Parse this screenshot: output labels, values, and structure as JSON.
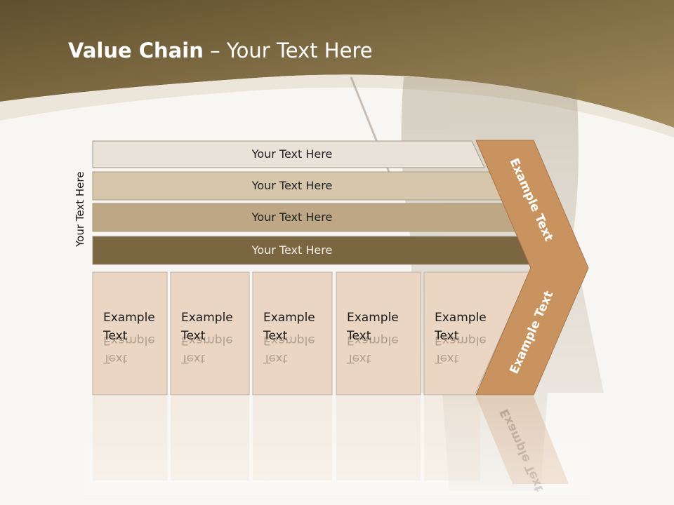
{
  "title": {
    "bold": "Value Chain",
    "rest": " – Your Text Here"
  },
  "side_label": "Your Text Here",
  "bars": [
    {
      "label": "Your Text Here",
      "fill": "#e8e2d8"
    },
    {
      "label": "Your Text Here",
      "fill": "#d6c6ab"
    },
    {
      "label": "Your Text Here",
      "fill": "#bda784"
    },
    {
      "label": "Your Text Here",
      "fill": "#7b6642"
    }
  ],
  "cells": [
    {
      "line1": "Example",
      "line2": "Text"
    },
    {
      "line1": "Example",
      "line2": "Text"
    },
    {
      "line1": "Example",
      "line2": "Text"
    },
    {
      "line1": "Example",
      "line2": "Text"
    },
    {
      "line1": "Example",
      "line2": "Text"
    }
  ],
  "chevron": {
    "upper_label": "Example Text",
    "lower_label": "Example Text",
    "fill": "#c9935f"
  },
  "colors": {
    "header_dark": "#62522f",
    "header_light": "#a08a5c",
    "cell_fill": "#ead6c3",
    "cell_border": "#bfb2a3"
  }
}
